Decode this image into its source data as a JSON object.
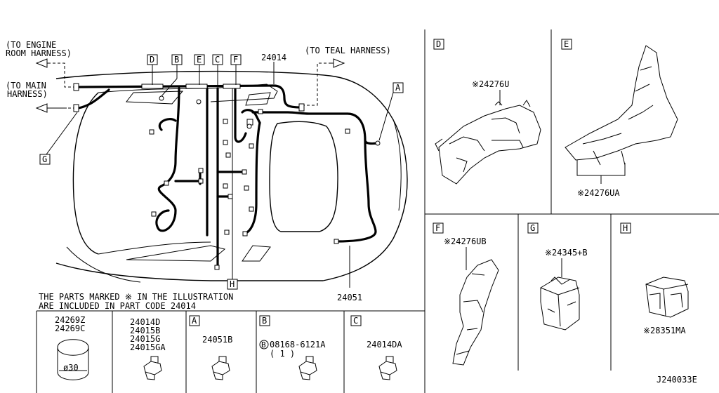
{
  "callouts": {
    "to_engine_line1": "(TO ENGINE",
    "to_engine_line2": "ROOM HARNESS)",
    "to_main_line1": "(TO MAIN",
    "to_main_line2": "HARNESS)",
    "to_teal": "(TO TEAL HARNESS)",
    "part_24014": "24014",
    "part_24051": "24051"
  },
  "markers": {
    "A": "A",
    "B": "B",
    "C": "C",
    "D": "D",
    "E": "E",
    "F": "F",
    "G": "G",
    "H": "H"
  },
  "note": {
    "line1": "THE PARTS MARKED ※ IN THE ILLUSTRATION",
    "line2": "ARE INCLUDED IN PART CODE 24014"
  },
  "details": {
    "D": {
      "part": "※24276U"
    },
    "E": {
      "part": "※24276UA"
    },
    "F": {
      "part": "※24276UB"
    },
    "G": {
      "part": "※24345+B"
    },
    "H": {
      "part": "※28351MA"
    }
  },
  "bottom_cells": {
    "grommet": {
      "line1": "24269Z",
      "line2": "24269C",
      "dim": "ø30"
    },
    "clips": {
      "line1": "24014D",
      "line2": "24015B",
      "line3": "24015G",
      "line4": "24015GA"
    },
    "A": {
      "part": "24051B"
    },
    "B": {
      "circle": "B",
      "part": "08168-6121A",
      "qty": "( 1 )"
    },
    "C": {
      "part": "24014DA"
    }
  },
  "diagram_code": "J240033E"
}
